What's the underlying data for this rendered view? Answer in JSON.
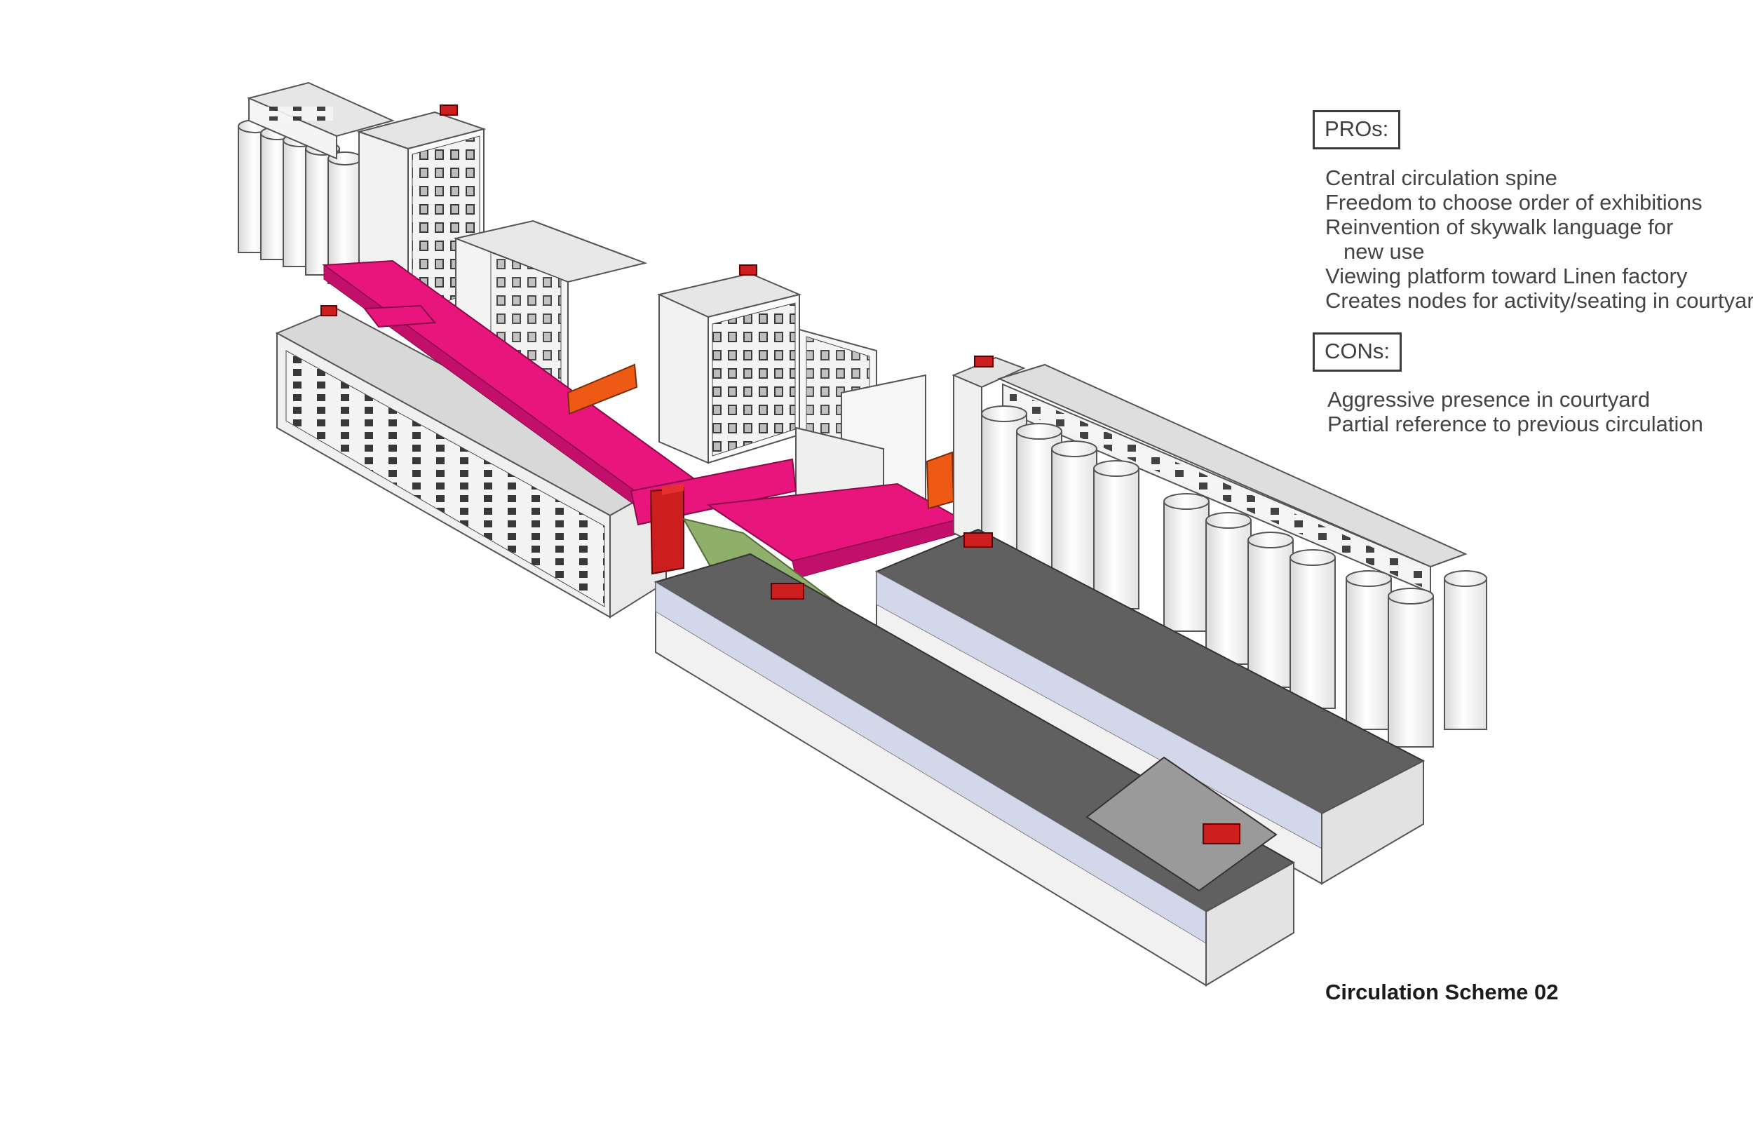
{
  "pros": {
    "heading": "PROs:",
    "items": [
      "Central circulation spine",
      "Freedom to choose order of exhibitions",
      "Reinvention of skywalk language for",
      "new use",
      "Viewing platform toward Linen factory",
      "Creates nodes for activity/seating in courtyard"
    ]
  },
  "cons": {
    "heading": "CONs:",
    "items": [
      "Aggressive presence in courtyard",
      "Partial reference to previous circulation"
    ]
  },
  "caption": "Circulation Scheme 02",
  "colors": {
    "skywalk": "#e8157c",
    "stair_core": "#cc1e1e",
    "bridge": "#ee5a14",
    "roof_dark": "#606060",
    "roof_light": "#d6d6d6",
    "courtyard": "#8fb06a",
    "glazing": "#cfd6ea"
  }
}
